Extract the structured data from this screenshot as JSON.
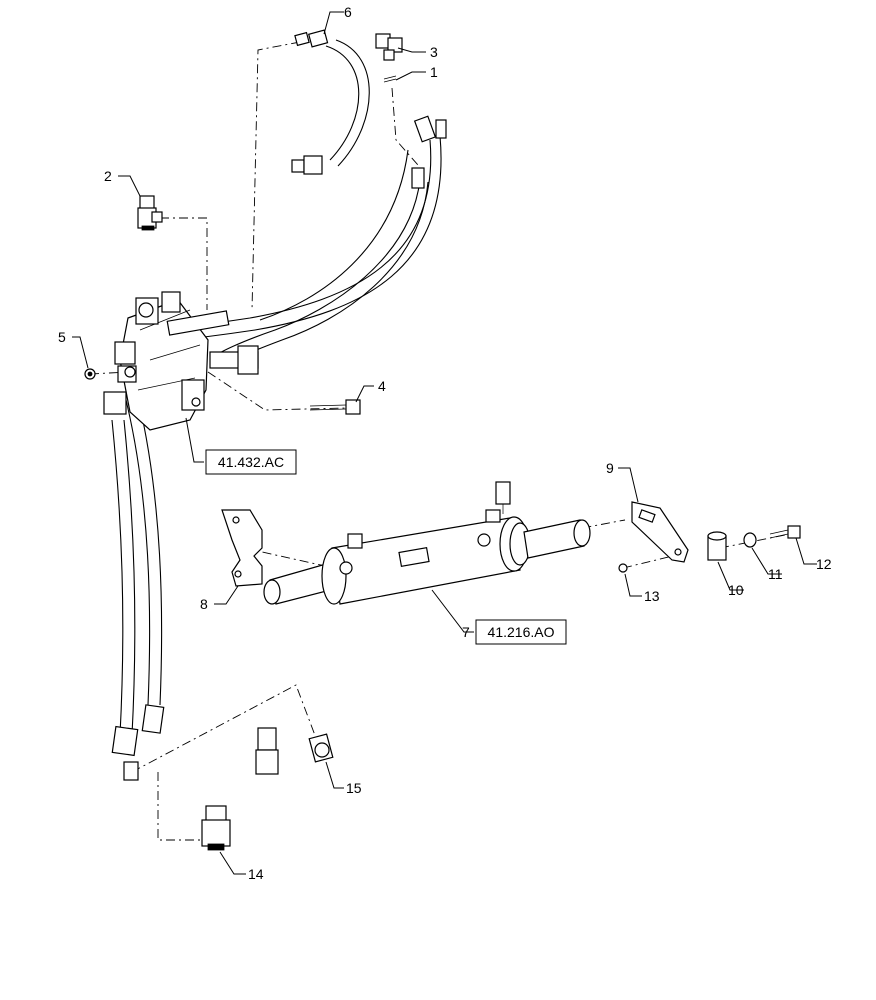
{
  "callouts": [
    {
      "id": "c1",
      "label": "1"
    },
    {
      "id": "c2",
      "label": "2"
    },
    {
      "id": "c3",
      "label": "3"
    },
    {
      "id": "c4",
      "label": "4"
    },
    {
      "id": "c5",
      "label": "5"
    },
    {
      "id": "c6",
      "label": "6"
    },
    {
      "id": "c7",
      "label": "7"
    },
    {
      "id": "c8",
      "label": "8"
    },
    {
      "id": "c9",
      "label": "9"
    },
    {
      "id": "c10",
      "label": "10"
    },
    {
      "id": "c11",
      "label": "11"
    },
    {
      "id": "c12",
      "label": "12"
    },
    {
      "id": "c13",
      "label": "13"
    },
    {
      "id": "c14",
      "label": "14"
    },
    {
      "id": "c15",
      "label": "15"
    }
  ],
  "references": {
    "valve_ref": "41.432.AC",
    "cylinder_ref": "41.216.AO"
  }
}
